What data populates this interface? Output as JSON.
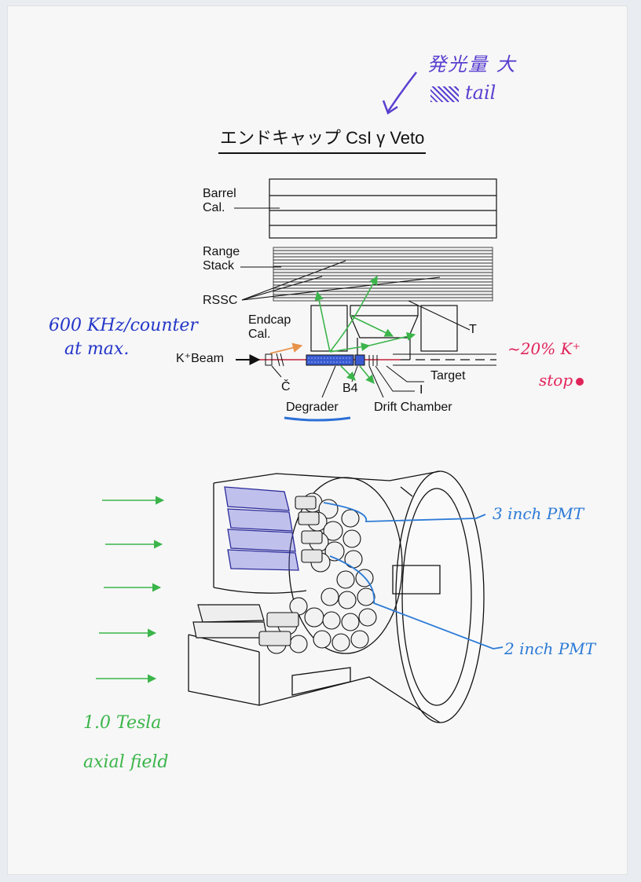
{
  "title": "エンドキャップ CsI γ Veto",
  "top_notes": {
    "line1": "発光量 大",
    "line2": "tail"
  },
  "labels": {
    "barrel": [
      "Barrel",
      "Cal."
    ],
    "range": [
      "Range",
      "Stack"
    ],
    "rssc": "RSSC",
    "endcap": [
      "Endcap",
      "Cal."
    ],
    "t": "T",
    "beam": "K⁺Beam",
    "target": "Target",
    "cerenkov": "Č",
    "b4": "B4",
    "i": "I",
    "degrader": "Degrader",
    "drift": "Drift Chamber"
  },
  "annotations": {
    "rate": [
      "600 KHz/counter",
      "at max."
    ],
    "kstop": [
      "~20% K⁺",
      "stop"
    ],
    "pmt3": "3 inch PMT",
    "pmt2": "2 inch PMT",
    "field": [
      "1.0 Tesla",
      "axial field"
    ]
  },
  "colors": {
    "ink": "#111111",
    "blue": "#2436c8",
    "pen_blue": "#2c7ad6",
    "green": "#3bb54a",
    "pink": "#e0245a",
    "purple": "#5a3fd0",
    "orange": "#e8924a"
  }
}
